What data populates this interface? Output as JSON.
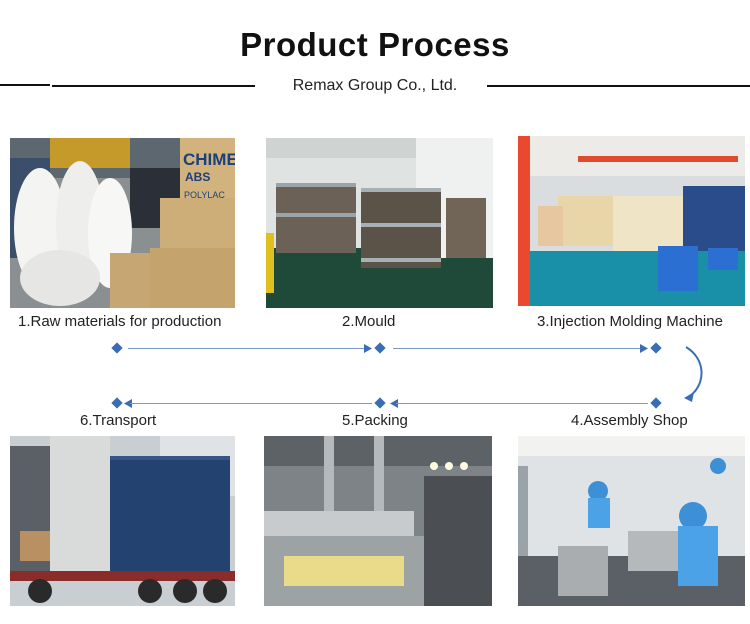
{
  "header": {
    "title": "Product Process",
    "company": "Remax Group Co., Ltd."
  },
  "steps": [
    {
      "label": "1.Raw materials for production",
      "photo": "raw-materials-bags"
    },
    {
      "label": "2.Mould",
      "photo": "mould-storage-racks"
    },
    {
      "label": "3.Injection Molding Machine",
      "photo": "injection-molding-hall"
    },
    {
      "label": "4.Assembly Shop",
      "photo": "assembly-workers"
    },
    {
      "label": "5.Packing",
      "photo": "packing-machine"
    },
    {
      "label": "6.Transport",
      "photo": "shipping-container-truck"
    }
  ],
  "bag_text": {
    "brand": "CHIME",
    "grade": "ABS",
    "sub": "POLYLAC"
  },
  "colors": {
    "flow": "#3a6db5",
    "rule": "#111111"
  }
}
